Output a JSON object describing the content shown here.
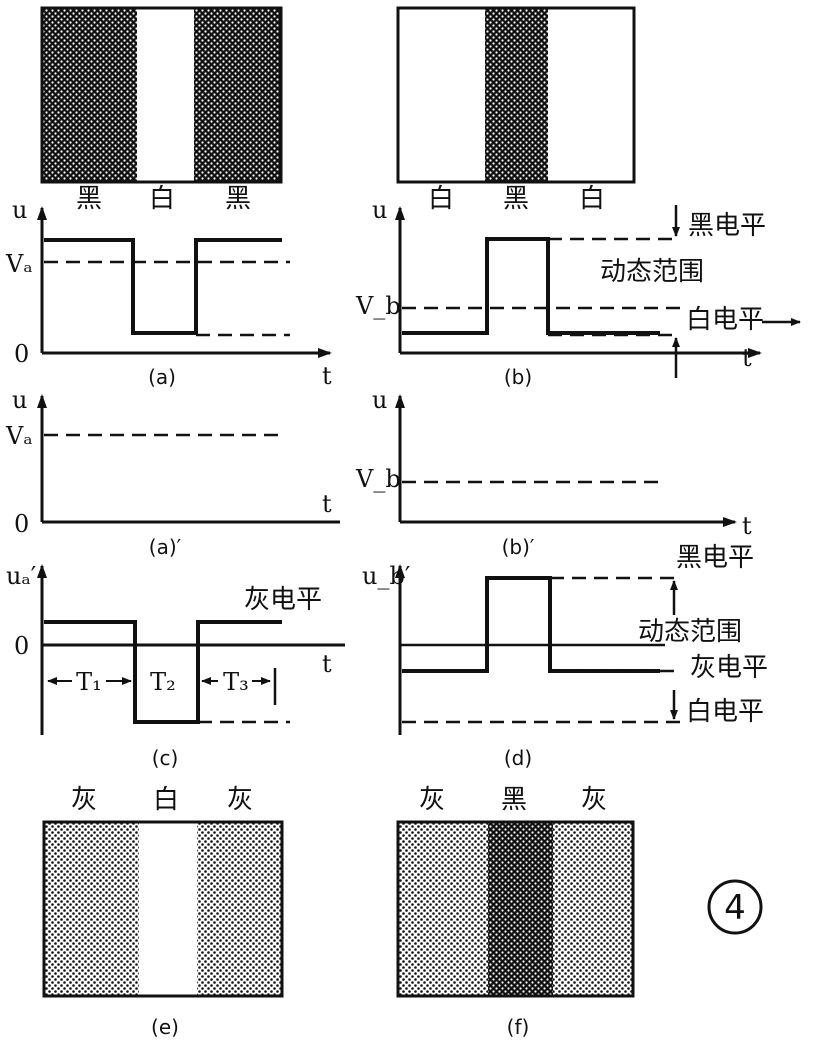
{
  "figure_number": "4",
  "stripes": {
    "a": [
      "黑",
      "白",
      "黑"
    ],
    "b": [
      "白",
      "黑",
      "白"
    ],
    "e": [
      "灰",
      "白",
      "灰"
    ],
    "f": [
      "灰",
      "黑",
      "灰"
    ]
  },
  "captions": {
    "a": "(a)",
    "b": "(b)",
    "a_prime": "(a)′",
    "b_prime": "(b)′",
    "c": "(c)",
    "d": "(d)",
    "e": "(e)",
    "f": "(f)"
  },
  "axis": {
    "u": "u",
    "t": "t",
    "zero": "0",
    "va": "Vₐ",
    "vb": "V_b",
    "ua_prime": "uₐ′",
    "ub_prime": "u_b′"
  },
  "levels": {
    "black": "黑电平",
    "white": "白电平",
    "gray": "灰电平",
    "dynamic_range": "动态范围"
  },
  "intervals": [
    "T₁",
    "T₂",
    "T₃"
  ],
  "colors": {
    "ink": "#111111",
    "dense_stipple": "#111111",
    "light_stipple": "#111111",
    "paper": "#ffffff"
  }
}
